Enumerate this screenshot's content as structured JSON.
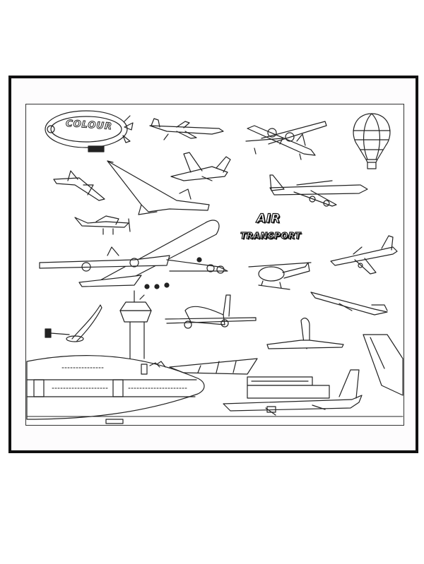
{
  "page": {
    "type": "coloring-page",
    "subject": "Air Transport"
  },
  "title": {
    "line1": "AIR",
    "line2": "TRANSPORT"
  },
  "blimp": {
    "label": "COLOUR"
  },
  "illustrations": [
    {
      "name": "blimp",
      "label": "COLOUR"
    },
    {
      "name": "hot-air-balloon"
    },
    {
      "name": "concorde"
    },
    {
      "name": "jumbo-jet-takeoff"
    },
    {
      "name": "propeller-airliner"
    },
    {
      "name": "four-engine-jetliner"
    },
    {
      "name": "small-private-jet"
    },
    {
      "name": "business-jet"
    },
    {
      "name": "fighter-jet"
    },
    {
      "name": "light-propeller-plane"
    },
    {
      "name": "helicopter"
    },
    {
      "name": "twin-jet-airliner"
    },
    {
      "name": "trijet-airliner"
    },
    {
      "name": "regional-jet"
    },
    {
      "name": "jet-top-view"
    },
    {
      "name": "hang-glider"
    },
    {
      "name": "control-tower"
    },
    {
      "name": "airport-terminal"
    },
    {
      "name": "parked-jumbo-jet-nose"
    },
    {
      "name": "parked-airliner"
    },
    {
      "name": "tail-fin"
    }
  ],
  "colors": {
    "frame": "#111111",
    "line": "#222222",
    "paper": "#ffffff"
  }
}
